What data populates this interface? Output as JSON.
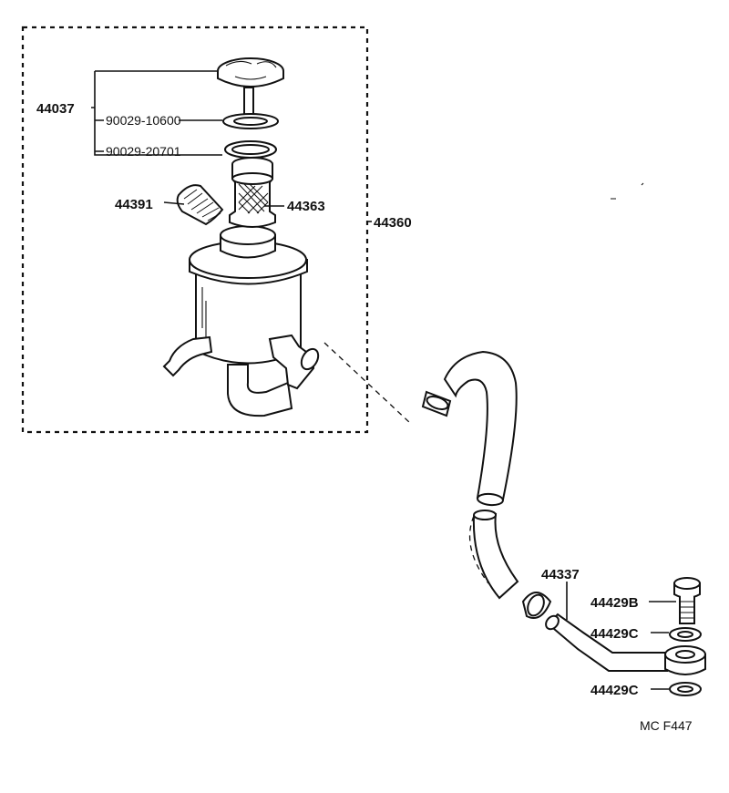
{
  "labels": {
    "cap_assy": "44037",
    "cap_gasket": "90029-10600",
    "cap_packing": "90029-20701",
    "label_insert": "44391",
    "strainer": "44363",
    "reservoir_assy": "44360",
    "pipe": "44337",
    "union_bolt": "44429B",
    "gasket_upper": "44429C",
    "gasket_lower": "44429C"
  },
  "figure_code": "MC F447"
}
